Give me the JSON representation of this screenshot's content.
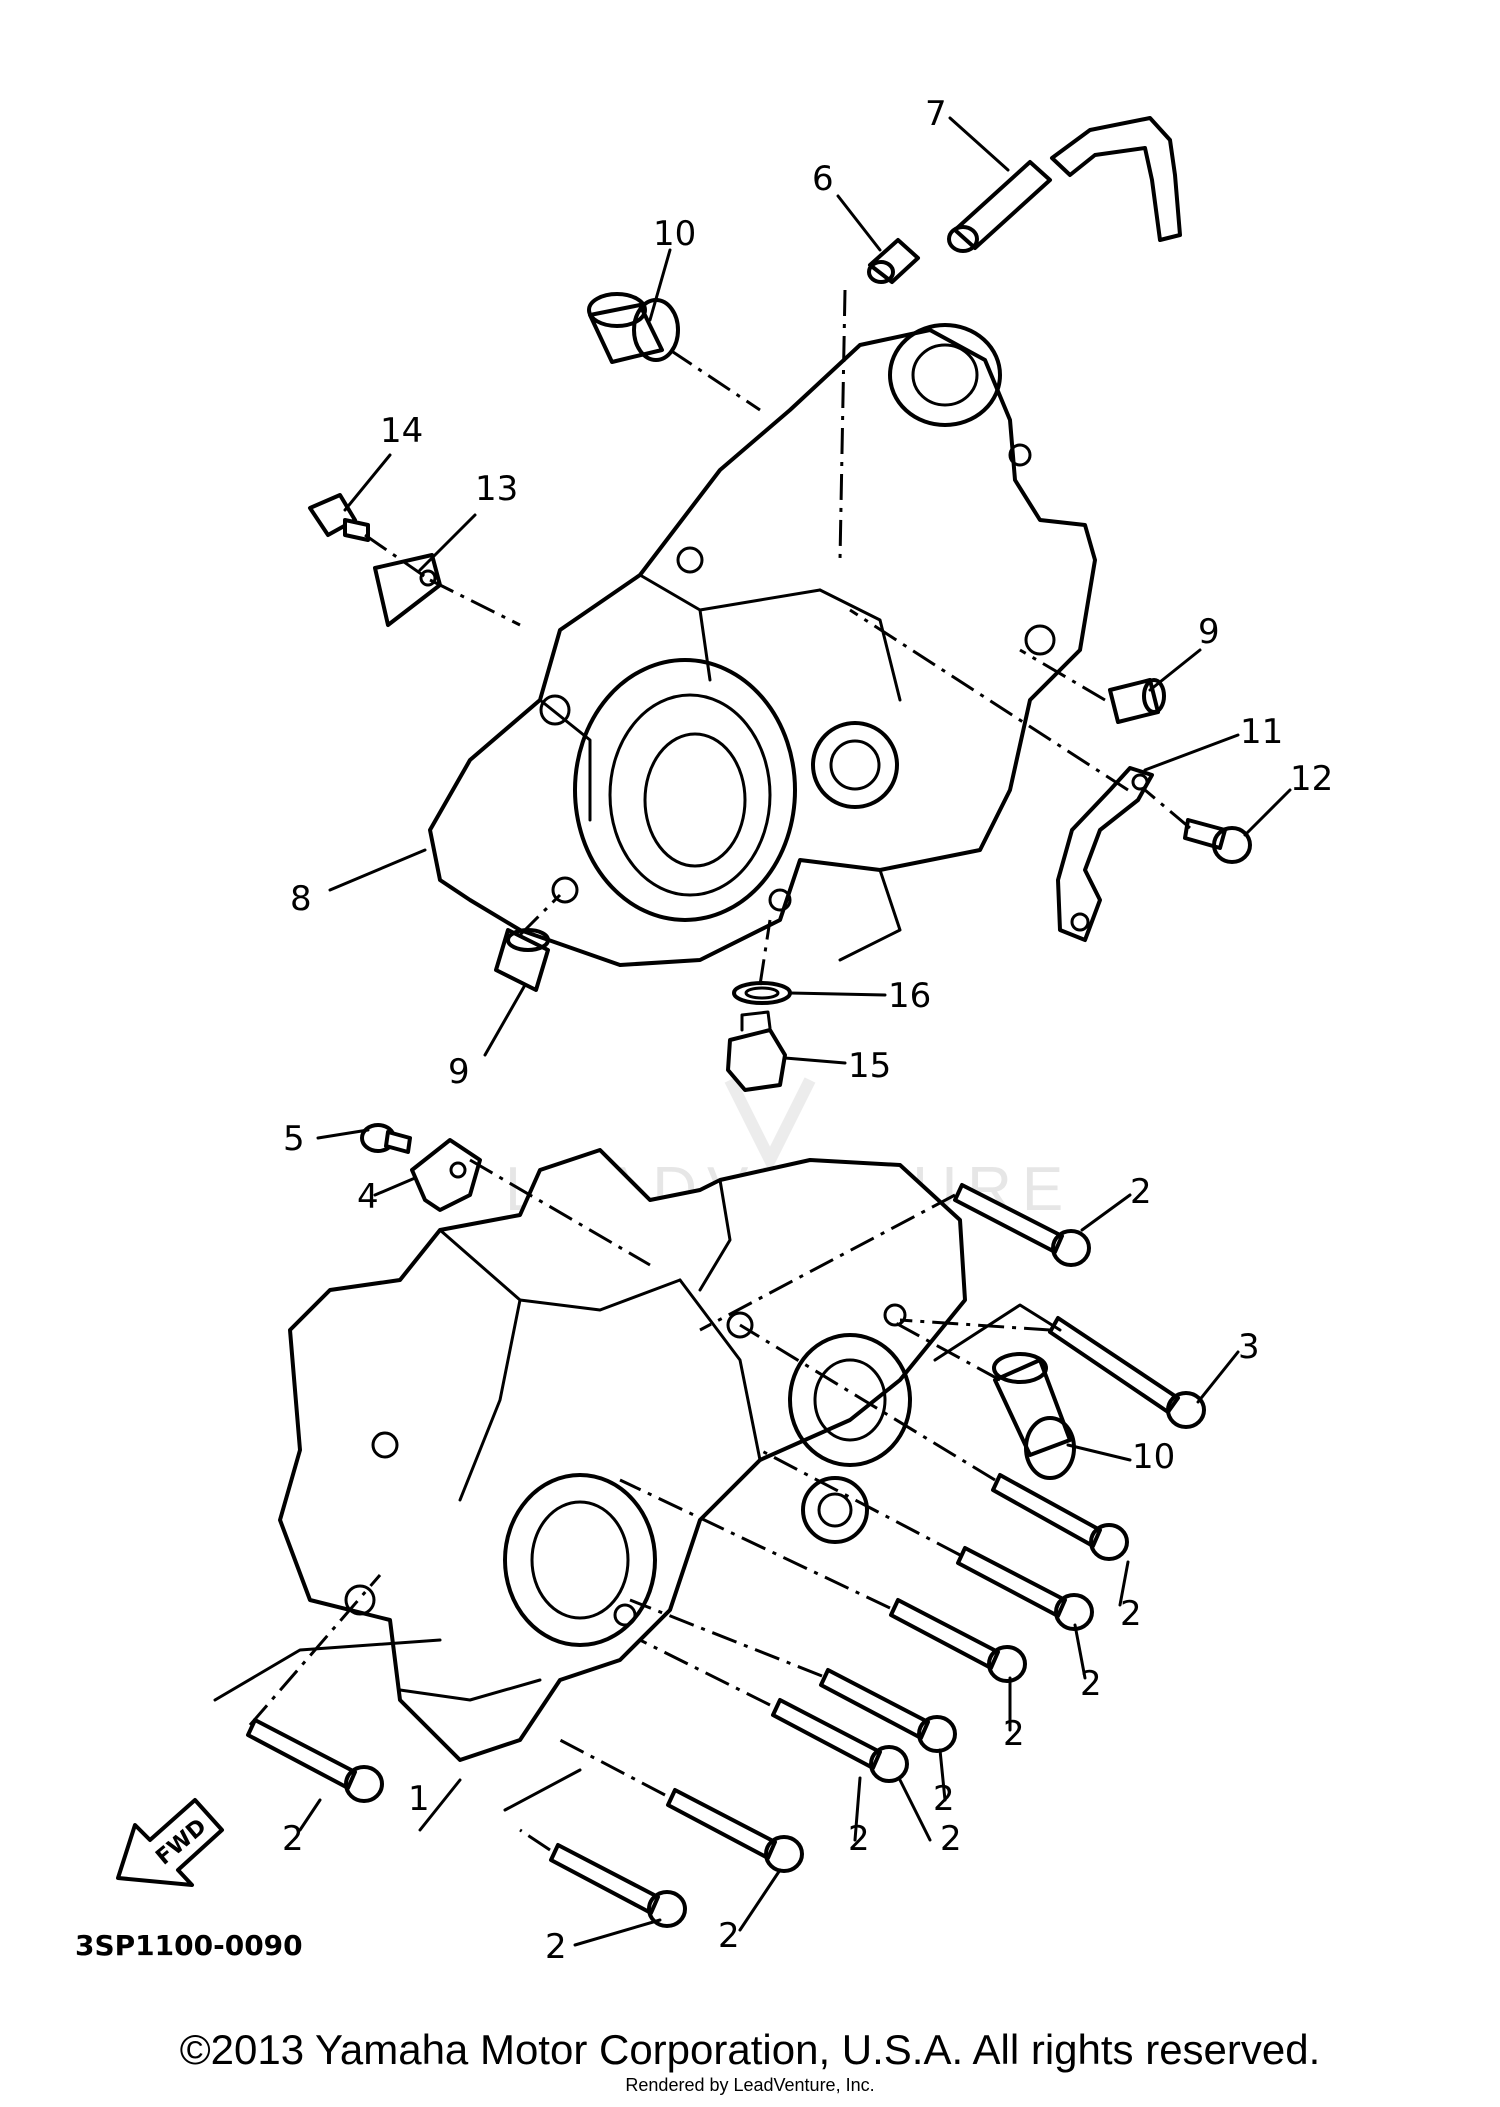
{
  "diagram": {
    "code": "3SP1100-0090",
    "fwd_label": "FWD",
    "watermark": "LEADVENTURE",
    "callouts": {
      "c1": "1",
      "c2a": "2",
      "c2b": "2",
      "c2c": "2",
      "c2d": "2",
      "c2e": "2",
      "c2f": "2",
      "c2g": "2",
      "c2h": "2",
      "c2i": "2",
      "c2j": "2",
      "c3": "3",
      "c4": "4",
      "c5": "5",
      "c6": "6",
      "c7": "7",
      "c8": "8",
      "c9a": "9",
      "c9b": "9",
      "c10a": "10",
      "c10b": "10",
      "c11": "11",
      "c12": "12",
      "c13": "13",
      "c14": "14",
      "c15": "15",
      "c16": "16"
    }
  },
  "footer": {
    "copyright": "©2013 Yamaha Motor Corporation, U.S.A. All rights reserved.",
    "rendered_by": "Rendered by LeadVenture, Inc."
  }
}
